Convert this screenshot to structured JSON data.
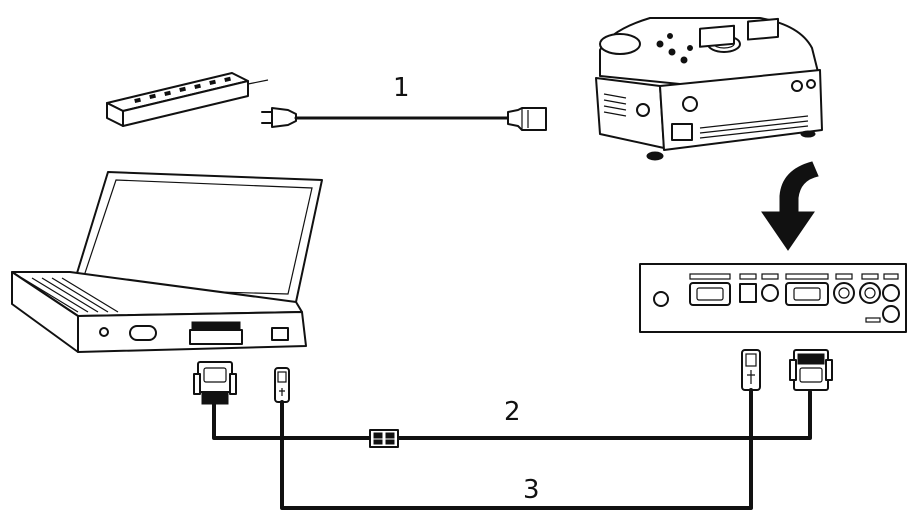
{
  "labels": {
    "power_cable": "1",
    "vga_cable": "2",
    "usb_cable": "3"
  },
  "colors": {
    "ink": "#111111",
    "background": "#ffffff"
  },
  "icons": [
    "power-strip-icon",
    "power-cord-icon",
    "projector-icon",
    "arrow-down-icon",
    "connector-panel-icon",
    "laptop-icon",
    "vga-connector-icon",
    "usb-connector-icon",
    "vga-adapter-icon"
  ]
}
